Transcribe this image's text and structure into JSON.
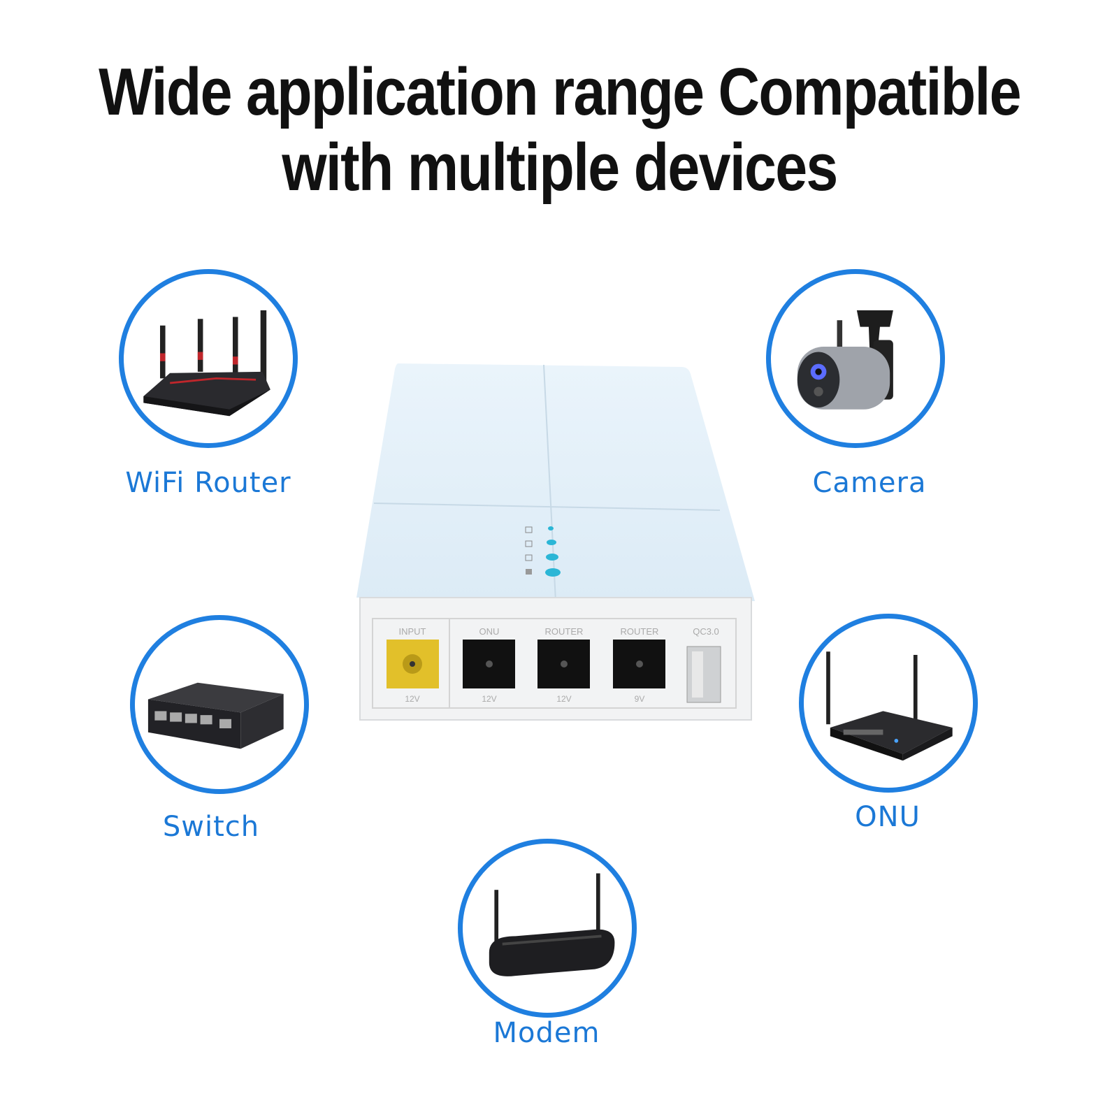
{
  "headline": {
    "line1": "Wide application range Compatible",
    "line2": "with multiple devices"
  },
  "devices": [
    {
      "label": "WiFi Router",
      "icon": "wifi-router-icon"
    },
    {
      "label": "Camera",
      "icon": "camera-icon"
    },
    {
      "label": "Switch",
      "icon": "switch-icon"
    },
    {
      "label": "ONU",
      "icon": "onu-icon"
    },
    {
      "label": "Modem",
      "icon": "modem-icon"
    }
  ],
  "product": {
    "ports": [
      {
        "top": "INPUT",
        "bottom": "12V"
      },
      {
        "top": "ONU",
        "bottom": "12V"
      },
      {
        "top": "ROUTER",
        "bottom": "12V"
      },
      {
        "top": "ROUTER",
        "bottom": "9V"
      },
      {
        "top": "QC3.0",
        "bottom": ""
      }
    ]
  },
  "colors": {
    "accent": "#1f7fe0",
    "label": "#1b78d6",
    "input_port": "#e2c02a",
    "led": "#2bb6d6"
  }
}
